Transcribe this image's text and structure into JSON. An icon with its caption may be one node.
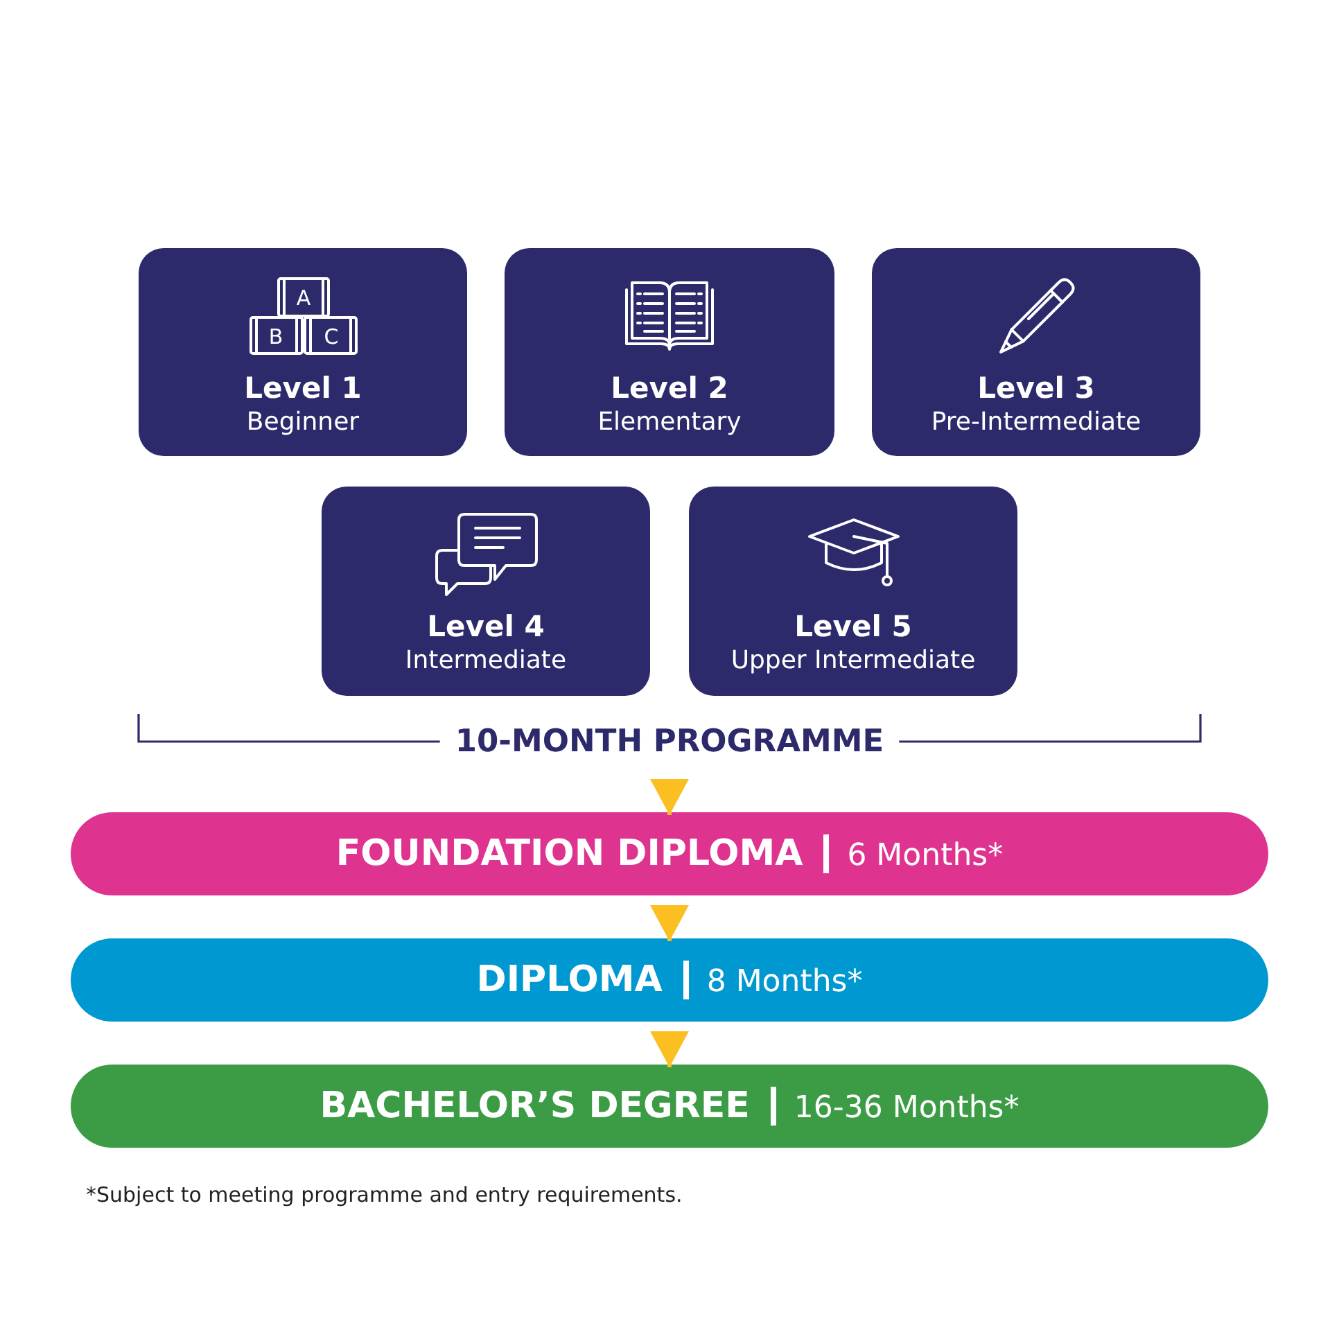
{
  "diagram": {
    "nodes": [
      {
        "text": [
          "Level 1",
          "Beginner"
        ]
      },
      {
        "text": [
          "Level 2",
          "Elementary"
        ]
      },
      {
        "text": [
          "Level 3",
          "Pre-Intermediate"
        ]
      },
      {
        "text": [
          "Level 4",
          "Intermediate"
        ]
      },
      {
        "text": [
          "Level 5",
          "Upper Intermediate"
        ]
      },
      {
        "text": [
          "10-MONTH PROGRAMME"
        ]
      },
      {
        "text": [
          "FOUNDATION DIPLOMA",
          "6 Months*"
        ]
      },
      {
        "text": [
          "DIPLOMA",
          "8 Months*"
        ]
      },
      {
        "text": [
          "BACHELOR’S DEGREE",
          "16-36 Months*"
        ]
      }
    ],
    "edges": [
      {
        "from": 5,
        "to": 6,
        "arrow": "to"
      },
      {
        "from": 6,
        "to": 7,
        "arrow": "to"
      },
      {
        "from": 7,
        "to": 8,
        "arrow": "to"
      }
    ],
    "labels": [
      "A",
      "B",
      "C",
      "*Subject to meeting programme and entry requirements."
    ]
  }
}
